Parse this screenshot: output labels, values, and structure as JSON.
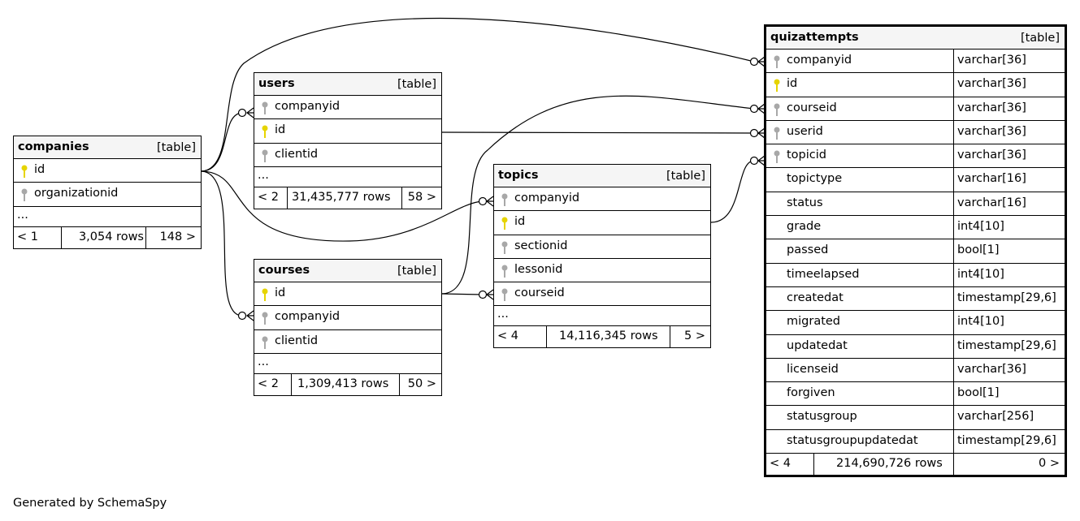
{
  "footer": "Generated by SchemaSpy",
  "colors": {
    "pk_key": "#e6d400",
    "fk_key": "#a8a8a8",
    "header_bg": "#f5f5f5"
  },
  "companies": {
    "name": "companies",
    "type": "[table]",
    "columns": [
      "id",
      "organizationid"
    ],
    "more": "...",
    "parents": "< 1",
    "rows": "3,054 rows",
    "children": "148 >"
  },
  "users": {
    "name": "users",
    "type": "[table]",
    "columns": [
      "companyid",
      "id",
      "clientid"
    ],
    "more": "...",
    "parents": "< 2",
    "rows": "31,435,777 rows",
    "children": "58 >"
  },
  "courses": {
    "name": "courses",
    "type": "[table]",
    "columns": [
      "id",
      "companyid",
      "clientid"
    ],
    "more": "...",
    "parents": "< 2",
    "rows": "1,309,413 rows",
    "children": "50 >"
  },
  "topics": {
    "name": "topics",
    "type": "[table]",
    "columns": [
      "companyid",
      "id",
      "sectionid",
      "lessonid",
      "courseid"
    ],
    "more": "...",
    "parents": "< 4",
    "rows": "14,116,345 rows",
    "children": "5 >"
  },
  "quizattempts": {
    "name": "quizattempts",
    "type": "[table]",
    "columns": [
      {
        "name": "companyid",
        "type": "varchar[36]"
      },
      {
        "name": "id",
        "type": "varchar[36]"
      },
      {
        "name": "courseid",
        "type": "varchar[36]"
      },
      {
        "name": "userid",
        "type": "varchar[36]"
      },
      {
        "name": "topicid",
        "type": "varchar[36]"
      },
      {
        "name": "topictype",
        "type": "varchar[16]"
      },
      {
        "name": "status",
        "type": "varchar[16]"
      },
      {
        "name": "grade",
        "type": "int4[10]"
      },
      {
        "name": "passed",
        "type": "bool[1]"
      },
      {
        "name": "timeelapsed",
        "type": "int4[10]"
      },
      {
        "name": "createdat",
        "type": "timestamp[29,6]"
      },
      {
        "name": "migrated",
        "type": "int4[10]"
      },
      {
        "name": "updatedat",
        "type": "timestamp[29,6]"
      },
      {
        "name": "licenseid",
        "type": "varchar[36]"
      },
      {
        "name": "forgiven",
        "type": "bool[1]"
      },
      {
        "name": "statusgroup",
        "type": "varchar[256]"
      },
      {
        "name": "statusgroupupdatedat",
        "type": "timestamp[29,6]"
      }
    ],
    "parents": "< 4",
    "rows": "214,690,726 rows",
    "children": "0 >"
  }
}
